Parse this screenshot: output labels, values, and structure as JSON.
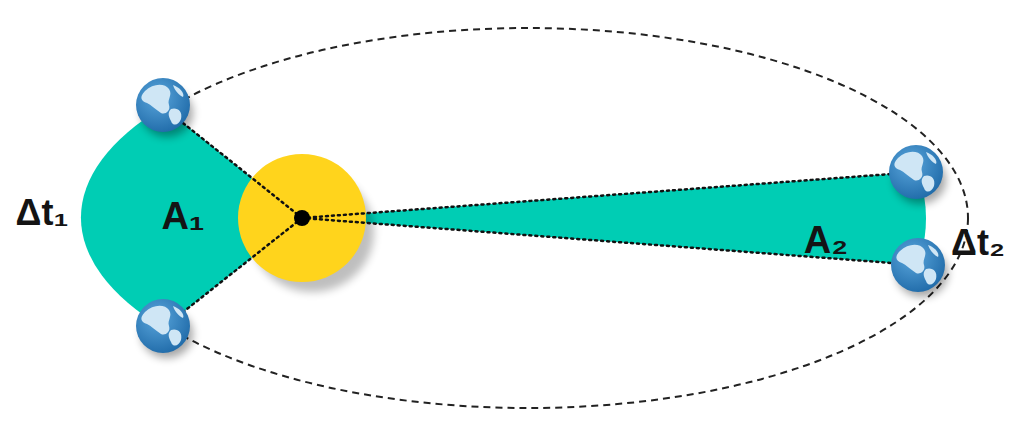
{
  "diagram": {
    "labels": [
      "Δt₁",
      "A₁",
      "A₂",
      "Δt₂"
    ]
  }
}
